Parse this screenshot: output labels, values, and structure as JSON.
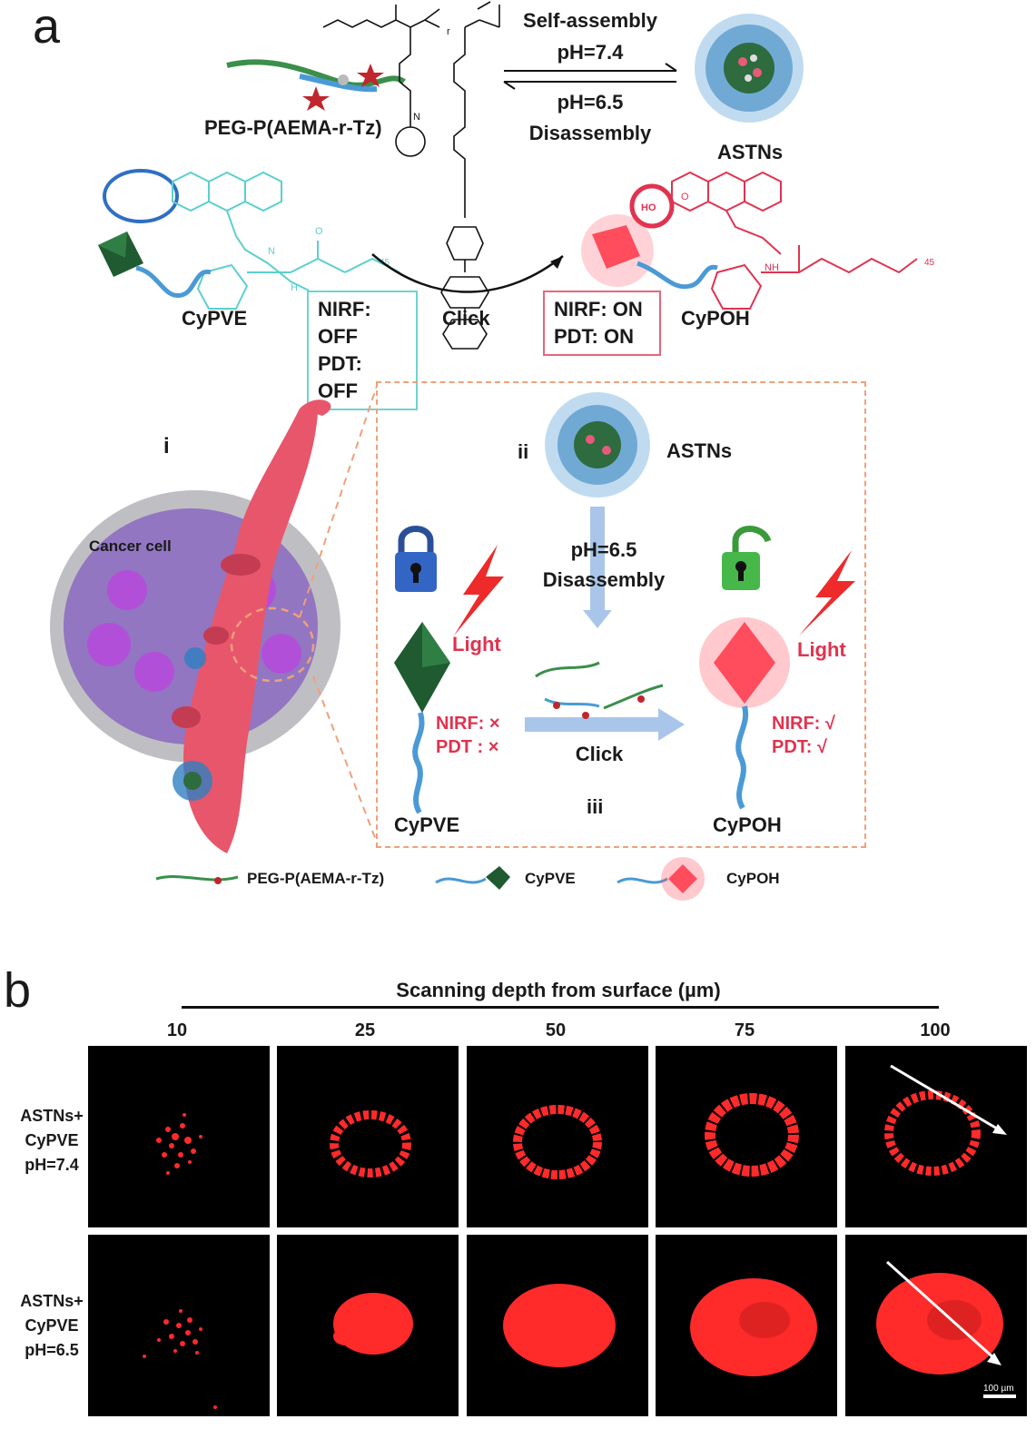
{
  "panel_a": {
    "letter": "a",
    "polymer_label": "PEG-P(AEMA-r-Tz)",
    "nanoparticle_label": "ASTNs",
    "equilibrium": {
      "forward_top": "Self-assembly",
      "forward_ph": "pH=7.4",
      "reverse_ph": "pH=6.5",
      "reverse_bottom": "Disassembly"
    },
    "cypve_label": "CyPVE",
    "cypoh_label": "CyPOH",
    "click_label": "Click",
    "off_box": {
      "line1": "NIRF: OFF",
      "line2": "PDT: OFF"
    },
    "on_box": {
      "line1": "NIRF: ON",
      "line2": "PDT: ON"
    },
    "chem_text": {
      "ho": "HO",
      "o_left": "O",
      "o_right": "O",
      "n_left": "N",
      "n_right": "N",
      "nh_left": "H",
      "nh_right": "NH",
      "sub_45": "45",
      "r": "r"
    },
    "scheme": {
      "roman_i": "i",
      "roman_ii": "ii",
      "roman_iii": "iii",
      "cancer_cell": "Cancer cell",
      "astns": "ASTNs",
      "ph_step": "pH=6.5",
      "disassembly": "Disassembly",
      "light_left": "Light",
      "light_right": "Light",
      "nirf_left": "NIRF: ×",
      "pdt_left": "PDT : ×",
      "nirf_right": "NIRF:  √",
      "pdt_right": "PDT:    √",
      "click": "Click",
      "cypve": "CyPVE",
      "cypoh": "CyPOH"
    },
    "legend": [
      {
        "label": "PEG-P(AEMA-r-Tz)"
      },
      {
        "label": "CyPVE"
      },
      {
        "label": "CyPOH"
      }
    ]
  },
  "panel_b": {
    "letter": "b",
    "title": "Scanning depth from surface (µm)",
    "depths": [
      "10",
      "25",
      "50",
      "75",
      "100"
    ],
    "rows": [
      {
        "line1": "ASTNs+",
        "line2": "CyPVE",
        "line3": "pH=7.4"
      },
      {
        "line1": "ASTNs+",
        "line2": "CyPVE",
        "line3": "pH=6.5"
      }
    ],
    "scale_bar": "100 µm"
  },
  "colors": {
    "accent_red": "#e0334f",
    "teal": "#6fd3d0",
    "vessel": "#e8566b",
    "dash": "#f0a07a",
    "arrow_blue": "#a9c6ea",
    "fluor_red": "#ff2a2a"
  }
}
